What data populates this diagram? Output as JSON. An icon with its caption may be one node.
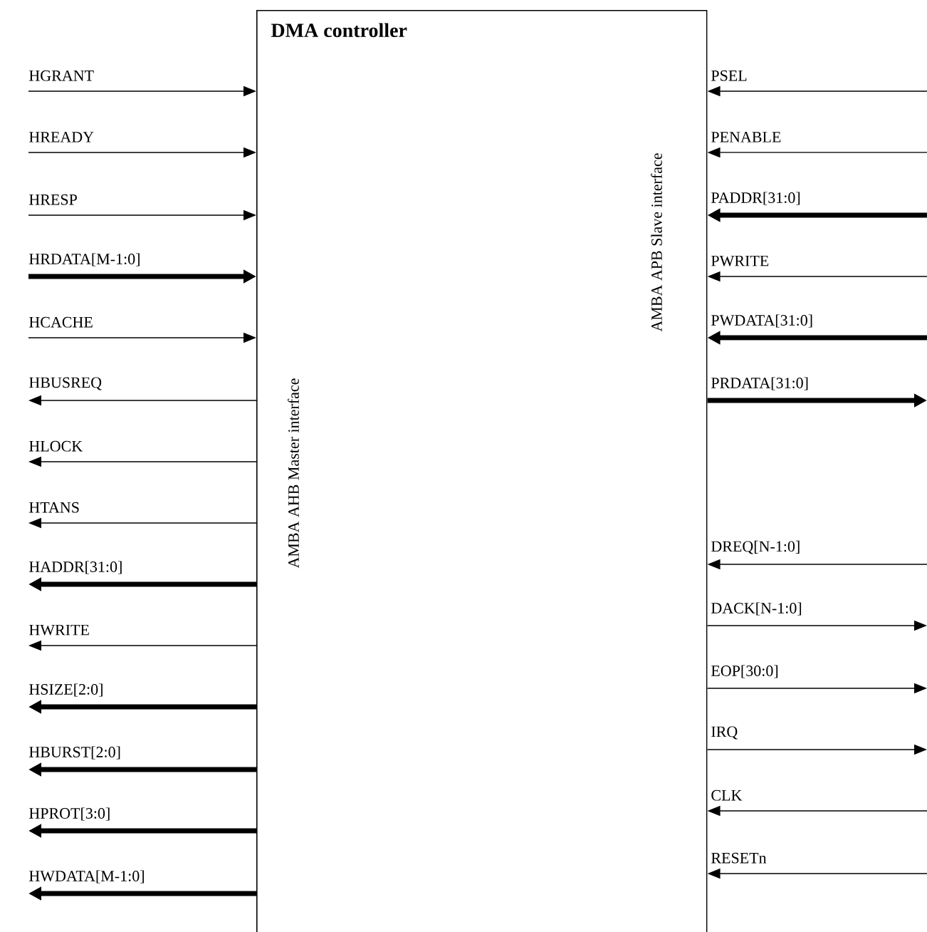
{
  "diagram": {
    "nodes": [
      {
        "text": [
          "DMA controller",
          "AMBA AHB Master interface",
          "AMBA APB Slave interface"
        ]
      },
      {
        "text": [
          "HGRANT"
        ]
      },
      {
        "text": [
          "HREADY"
        ]
      },
      {
        "text": [
          "HRESP"
        ]
      },
      {
        "text": [
          "HRDATA[M-1:0]"
        ]
      },
      {
        "text": [
          "HCACHE"
        ]
      },
      {
        "text": [
          "HBUSREQ"
        ]
      },
      {
        "text": [
          "HLOCK"
        ]
      },
      {
        "text": [
          "HTANS"
        ]
      },
      {
        "text": [
          "HADDR[31:0]"
        ]
      },
      {
        "text": [
          "HWRITE"
        ]
      },
      {
        "text": [
          "HSIZE[2:0]"
        ]
      },
      {
        "text": [
          "HBURST[2:0]"
        ]
      },
      {
        "text": [
          "HPROT[3:0]"
        ]
      },
      {
        "text": [
          "HWDATA[M-1:0]"
        ]
      }
    ],
    "edges": [
      {
        "from": 1,
        "to": 0,
        "arrow": "to"
      },
      {
        "from": 2,
        "to": 0,
        "arrow": "to"
      },
      {
        "from": 3,
        "to": 0,
        "arrow": "to"
      },
      {
        "from": 4,
        "to": 0,
        "arrow": "to",
        "style": "thick"
      },
      {
        "from": 5,
        "to": 0,
        "arrow": "to"
      },
      {
        "from": 0,
        "to": 6,
        "arrow": "to"
      },
      {
        "from": 0,
        "to": 7,
        "arrow": "to"
      },
      {
        "from": 0,
        "to": 8,
        "arrow": "to"
      },
      {
        "from": 0,
        "to": 9,
        "arrow": "to",
        "style": "thick"
      },
      {
        "from": 0,
        "to": 10,
        "arrow": "to"
      },
      {
        "from": 0,
        "to": 11,
        "arrow": "to",
        "style": "thick"
      },
      {
        "from": 0,
        "to": 12,
        "arrow": "to",
        "style": "thick"
      },
      {
        "from": 0,
        "to": 13,
        "arrow": "to",
        "style": "thick"
      },
      {
        "from": 0,
        "to": 14,
        "arrow": "to",
        "style": "thick"
      },
      {
        "from": null,
        "to": 0,
        "arrow": "to",
        "label": "PSEL"
      },
      {
        "from": null,
        "to": 0,
        "arrow": "to",
        "label": "PENABLE"
      },
      {
        "from": null,
        "to": 0,
        "arrow": "to",
        "label": "PADDR[31:0]",
        "style": "thick"
      },
      {
        "from": null,
        "to": 0,
        "arrow": "to",
        "label": "PWRITE"
      },
      {
        "from": null,
        "to": 0,
        "arrow": "to",
        "label": "PWDATA[31:0]",
        "style": "thick"
      },
      {
        "from": 0,
        "to": null,
        "arrow": "to",
        "label": "PRDATA[31:0]",
        "style": "thick"
      },
      {
        "from": null,
        "to": 0,
        "arrow": "to",
        "label": "DREQ[N-1:0]"
      },
      {
        "from": 0,
        "to": null,
        "arrow": "to",
        "label": "DACK[N-1:0]"
      },
      {
        "from": 0,
        "to": null,
        "arrow": "to",
        "label": "EOP[30:0]"
      },
      {
        "from": 0,
        "to": null,
        "arrow": "to",
        "label": "IRQ"
      },
      {
        "from": null,
        "to": 0,
        "arrow": "to",
        "label": "CLK"
      },
      {
        "from": null,
        "to": 0,
        "arrow": "to",
        "label": "RESETn"
      }
    ]
  }
}
